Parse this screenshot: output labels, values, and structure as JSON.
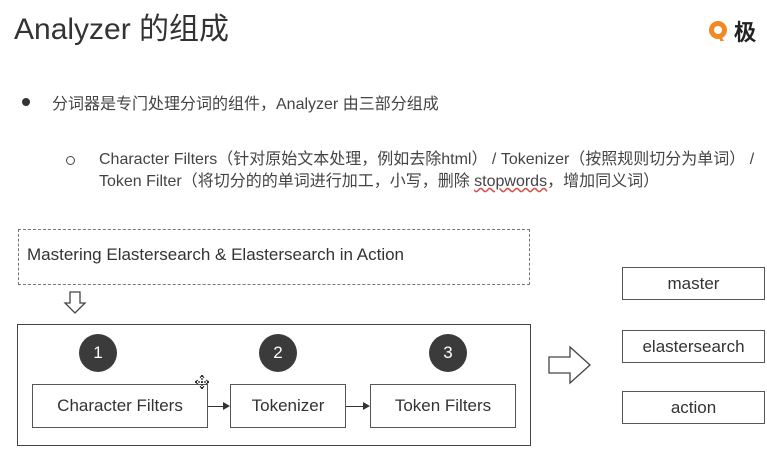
{
  "slide": {
    "title": "Analyzer 的组成",
    "logo_text": "极",
    "logo_color": "#f08a24",
    "bullet1": "分词器是专门处理分词的组件，Analyzer 由三部分组成",
    "bullet2_parts": {
      "p1": "Character Filters（针对原始文本处理，例如去除html） / Tokenizer（按照规则切分为单词） / Token Filter（将切分的的单词进行加工，小写，删除 ",
      "stopwords": "stopwords",
      "p2": "，增加同义词）"
    }
  },
  "diagram": {
    "input_text": "Mastering Elastersearch & Elastersearch in Action",
    "stages": [
      {
        "num": "1",
        "label": "Character Filters"
      },
      {
        "num": "2",
        "label": "Tokenizer"
      },
      {
        "num": "3",
        "label": "Token Filters"
      }
    ],
    "outputs": [
      "master",
      "elastersearch",
      "action"
    ]
  },
  "icons": {
    "logo": "geek-logo-icon",
    "down_arrow": "down-arrow-icon",
    "right_arrow": "right-arrow-icon",
    "cursor": "move-cursor-icon"
  }
}
